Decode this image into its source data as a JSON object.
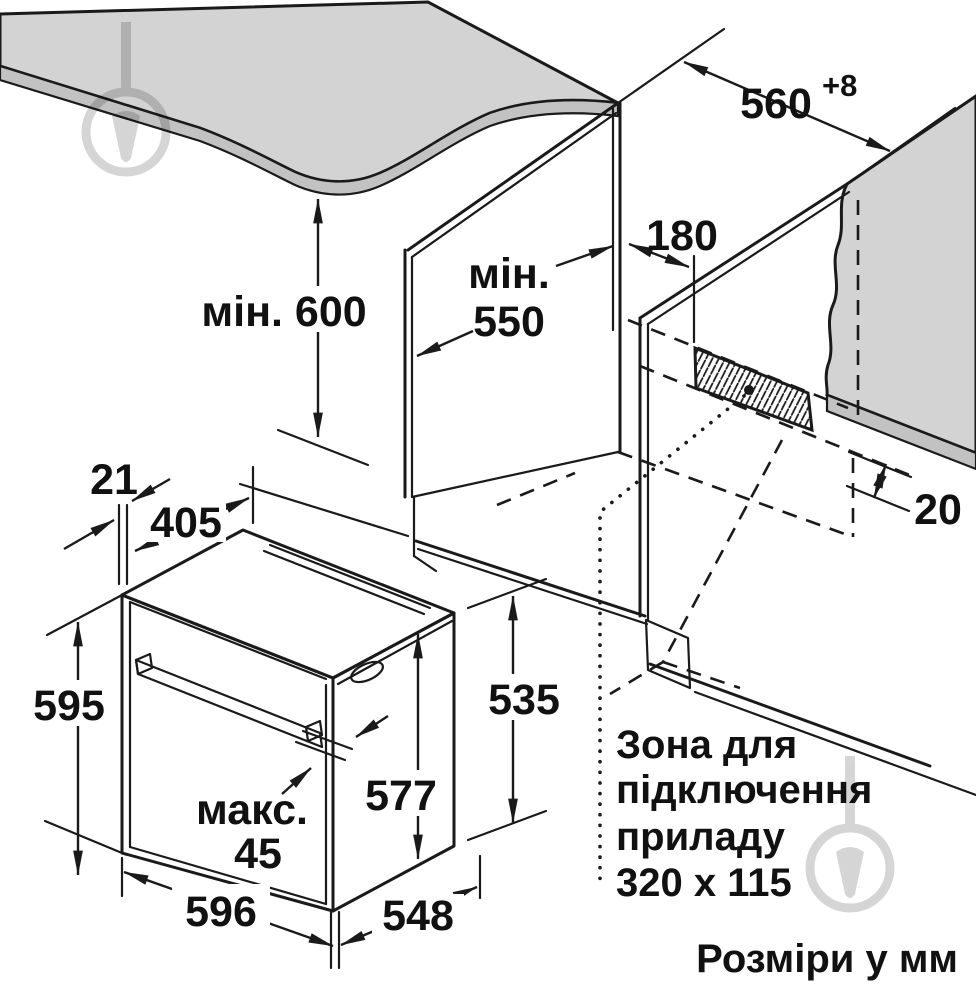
{
  "diagram": {
    "footer": "Розміри у мм",
    "connection_zone": {
      "lines": [
        "Зона для",
        "підключення",
        "приладу",
        "320 x 115"
      ]
    },
    "dimensions": {
      "min600": "мін. 600",
      "min550_line1": "мін.",
      "min550_line2": "550",
      "d560": "560",
      "d560_tol": "+8",
      "d180": "180",
      "d20": "20",
      "d21": "21",
      "d405": "405",
      "d595": "595",
      "d596": "596",
      "d548": "548",
      "d577": "577",
      "d535": "535",
      "max45_line1": "макс.",
      "max45_line2": "45"
    },
    "colors": {
      "line": "#1a1a1a",
      "surface_gray": "#d3d3d3",
      "edge_gray": "#c2c2c2",
      "watermark_gray": "#d9d9d9"
    }
  }
}
